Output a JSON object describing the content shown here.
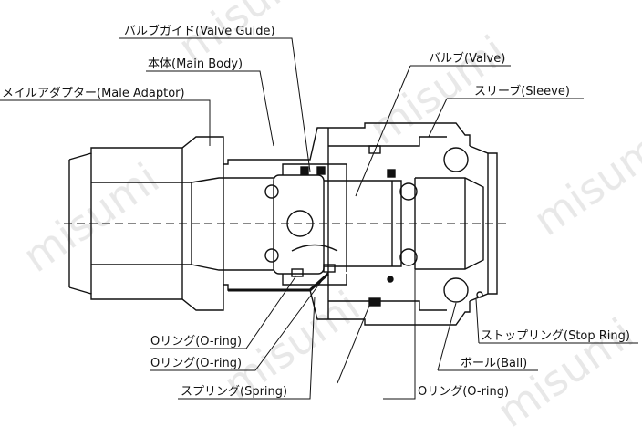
{
  "watermark": "misumi",
  "labels": {
    "valve_guide": "バルブガイド(Valve Guide)",
    "main_body": "本体(Main Body)",
    "male_adaptor": "メイルアダプター(Male Adaptor)",
    "valve": "バルブ(Valve)",
    "sleeve": "スリーブ(Sleeve)",
    "o_ring_1": "Oリング(O-ring)",
    "o_ring_2": "Oリング(O-ring)",
    "spring": "スプリング(Spring)",
    "o_ring_3": "Oリング(O-ring)",
    "stop_ring": "ストップリング(Stop Ring)",
    "ball": "ボール(Ball)"
  }
}
